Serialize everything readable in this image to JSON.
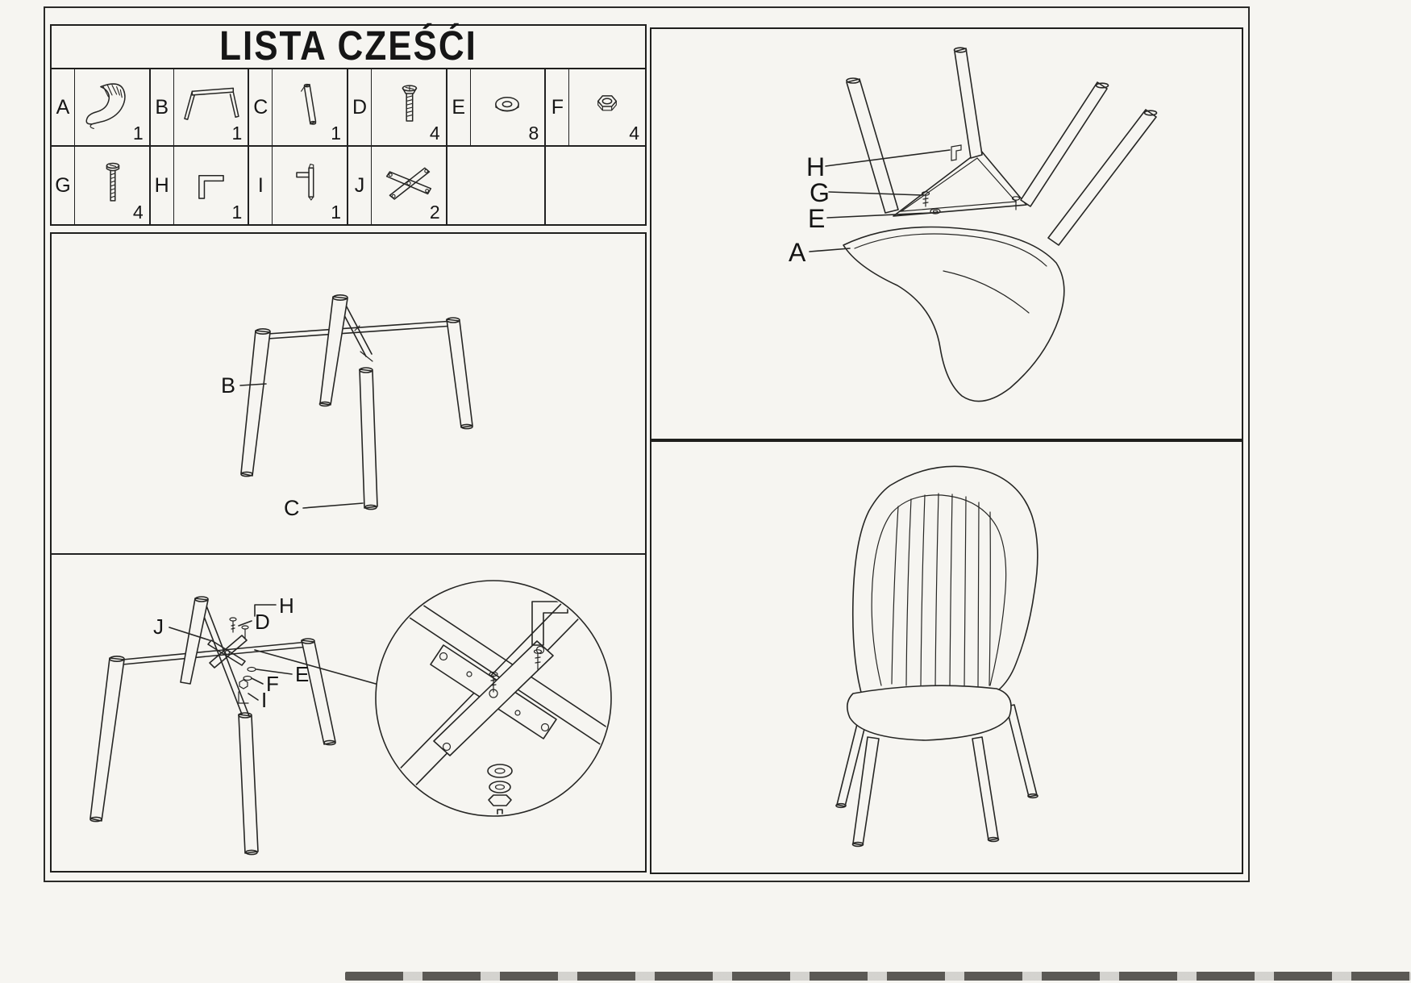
{
  "title": "LISTA CZEŚĆI",
  "parts": [
    {
      "letter": "A",
      "qty": "1"
    },
    {
      "letter": "B",
      "qty": "1"
    },
    {
      "letter": "C",
      "qty": "1"
    },
    {
      "letter": "D",
      "qty": "4"
    },
    {
      "letter": "E",
      "qty": "8"
    },
    {
      "letter": "F",
      "qty": "4"
    },
    {
      "letter": "G",
      "qty": "4"
    },
    {
      "letter": "H",
      "qty": "1"
    },
    {
      "letter": "I",
      "qty": "1"
    },
    {
      "letter": "J",
      "qty": "2"
    }
  ],
  "step1": {
    "label_b": "B",
    "label_c": "C"
  },
  "step2": {
    "label_j": "J",
    "label_h": "H",
    "label_d": "D",
    "label_e": "E",
    "label_f": "F",
    "label_i": "I"
  },
  "flipped_view": {
    "label_h": "H",
    "label_g": "G",
    "label_e": "E",
    "label_a": "A"
  }
}
